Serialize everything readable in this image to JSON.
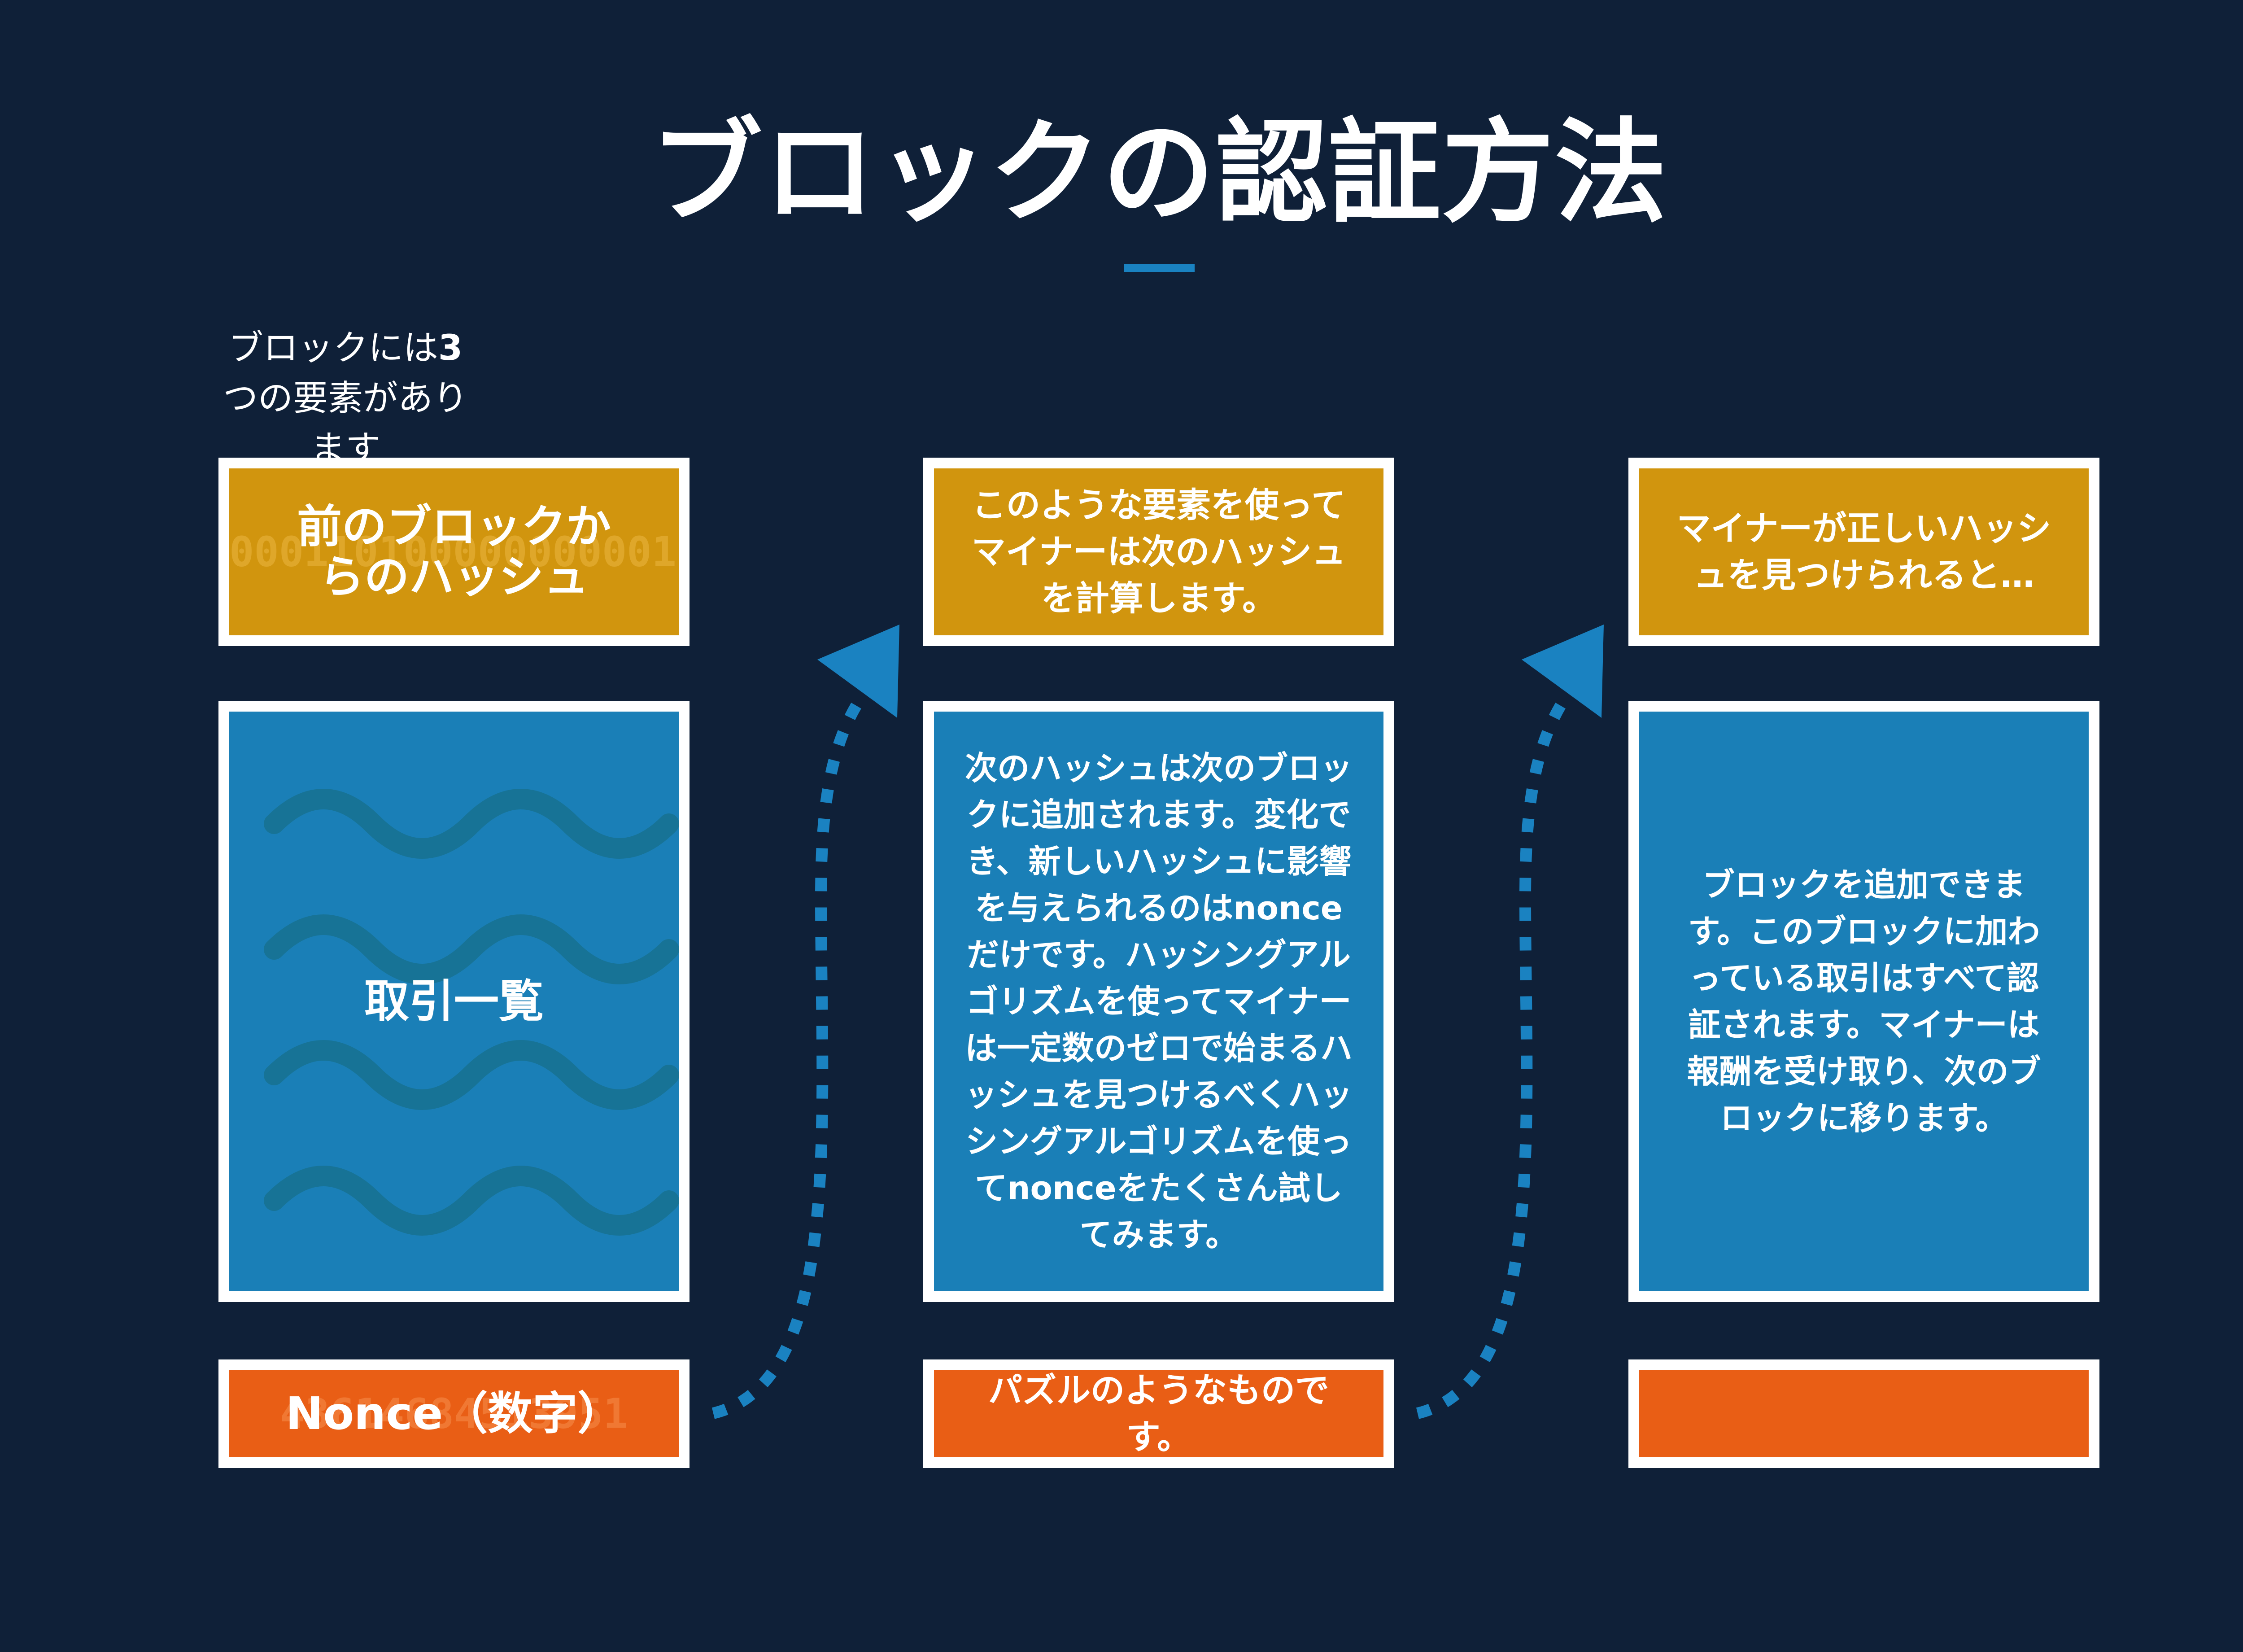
{
  "title": "ブロックの認証方法",
  "intro": {
    "before": "ブロックには",
    "number": "3",
    "after": "つの要素があります"
  },
  "column1": {
    "top_label": "前のブロックからのハッシュ",
    "top_bg_digits": "00011010000000000100011",
    "middle_label": "取引一覧",
    "bottom_label": "Nonce（数字）",
    "bottom_bg_digits": "43614684513951"
  },
  "column2": {
    "top_text": "このような要素を使ってマイナーは次のハッシュを計算します。",
    "middle_text": "次のハッシュは次のブロックに追加されます。変化でき、新しいハッシュに影響を与えられるのはnonceだけです。ハッシングアルゴリズムを使ってマイナーは一定数のゼロで始まるハッシュを見つけるべくハッシングアルゴリズムを使ってnonceをたくさん試してみます。",
    "bottom_text": "パズルのようなものです。"
  },
  "column3": {
    "top_text": "マイナーが正しいハッシュを見つけられると…",
    "middle_text": "ブロックを追加できます。このブロックに加わっている取引はすべて認証されます。マイナーは報酬を受け取り、次のブロックに移ります。",
    "bottom_text": ""
  },
  "colors": {
    "background": "#0f2038",
    "gold": "#d1950e",
    "blue": "#1a7fb7",
    "orange": "#e95e15",
    "accent": "#1a82c1",
    "border": "#ffffff"
  }
}
